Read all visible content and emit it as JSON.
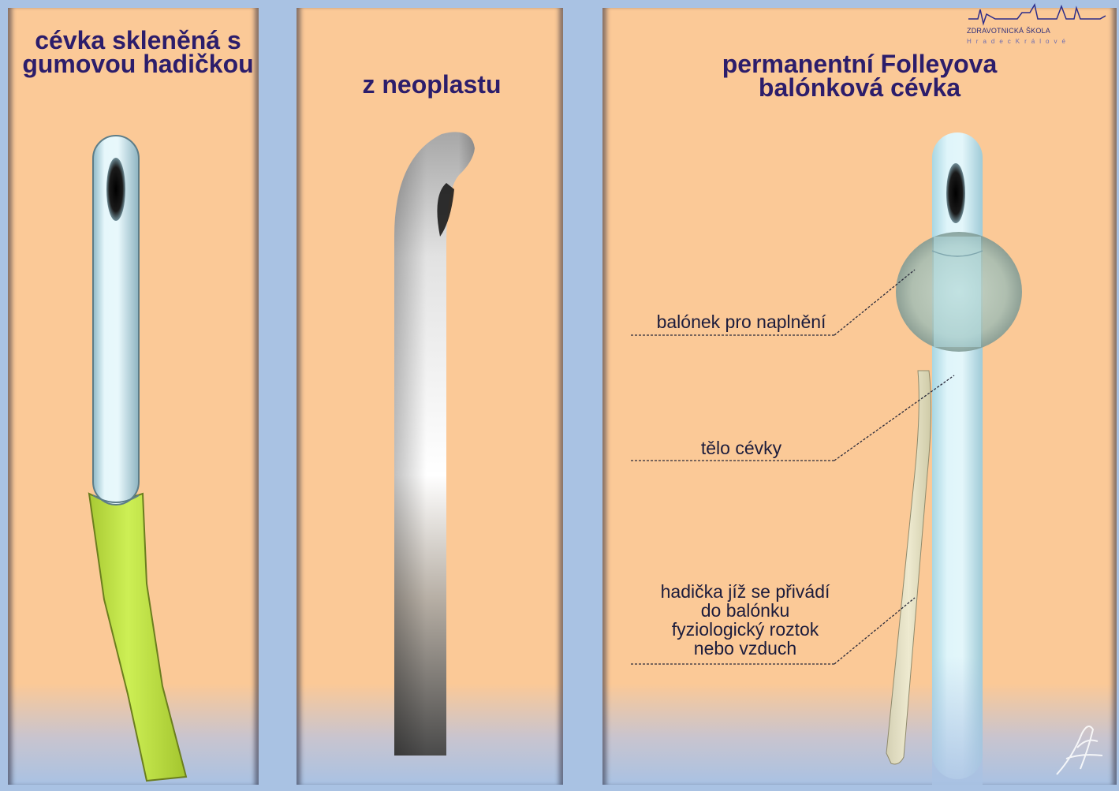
{
  "panels": [
    {
      "title": "cévka skleněná s gumovou hadičkou"
    },
    {
      "title": "z neoplastu"
    },
    {
      "title": "permanentní Folleyova balónková cévka",
      "labels": {
        "balloon": "balónek pro naplnění",
        "body": "tělo cévky",
        "tube_lines": [
          "hadička jíž se přivádí",
          "do balónku",
          "fyziologický roztok",
          "nebo vzduch"
        ]
      }
    }
  ],
  "logo": {
    "name": "ZDRAVOTNICKÁ ŠKOLA",
    "city": "HradecKrálové"
  },
  "colors": {
    "panel_bg": "#fbc997",
    "frame_bg": "#a9c2e3",
    "title_color": "#2c1d6b",
    "glass_tube": "#dff3f7",
    "rubber_tube": "#c6ea4f"
  }
}
